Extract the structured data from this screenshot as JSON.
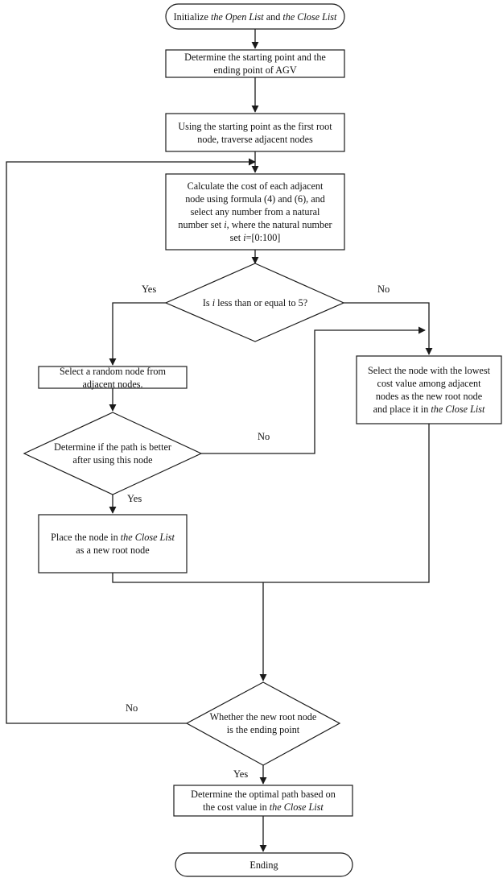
{
  "nodes": {
    "start": {
      "pre": "Initialize ",
      "em1": "the Open List",
      "mid": " and ",
      "em2": "the Close List"
    },
    "determine_points": {
      "line1": "Determine the starting point and the",
      "line2": "ending point of AGV"
    },
    "traverse": {
      "line1": "Using the starting point as the first root",
      "line2": "node, traverse adjacent nodes"
    },
    "calculate": {
      "line1": "Calculate the cost of each adjacent",
      "line2": "node using formula (4) and (6), and",
      "line3": "select any number from a natural",
      "line4_pre": "number set ",
      "line4_em": "i",
      "line4_post": ", where the natural number",
      "line5_pre": "set ",
      "line5_em": "i",
      "line5_post": "=[0:100]"
    },
    "decision_i": {
      "pre": "Is ",
      "em": "i",
      "post": " less than or equal to 5?"
    },
    "random_node": {
      "line1": "Select a random node from",
      "line2": "adjacent nodes."
    },
    "lowest_cost": {
      "line1": "Select the node with the lowest",
      "line2": "cost value among adjacent",
      "line3": "nodes as the new root node",
      "line4_pre": "and place it in ",
      "line4_em": "the Close List"
    },
    "decision_better": {
      "line1": "Determine if the path is better",
      "line2": "after using this node"
    },
    "place_node": {
      "line1_pre": "Place the node in ",
      "line1_em": "the Close List",
      "line2": "as a new root node"
    },
    "decision_end": {
      "line1": "Whether the new root node",
      "line2": "is the ending point"
    },
    "optimal": {
      "line1": "Determine the optimal path based on",
      "line2_pre": "the cost value in ",
      "line2_em": "the Close List"
    },
    "end": {
      "label": "Ending"
    }
  },
  "labels": {
    "yes_1": "Yes",
    "no_1": "No",
    "no_2": "No",
    "yes_2": "Yes",
    "no_3": "No",
    "yes_3": "Yes"
  }
}
